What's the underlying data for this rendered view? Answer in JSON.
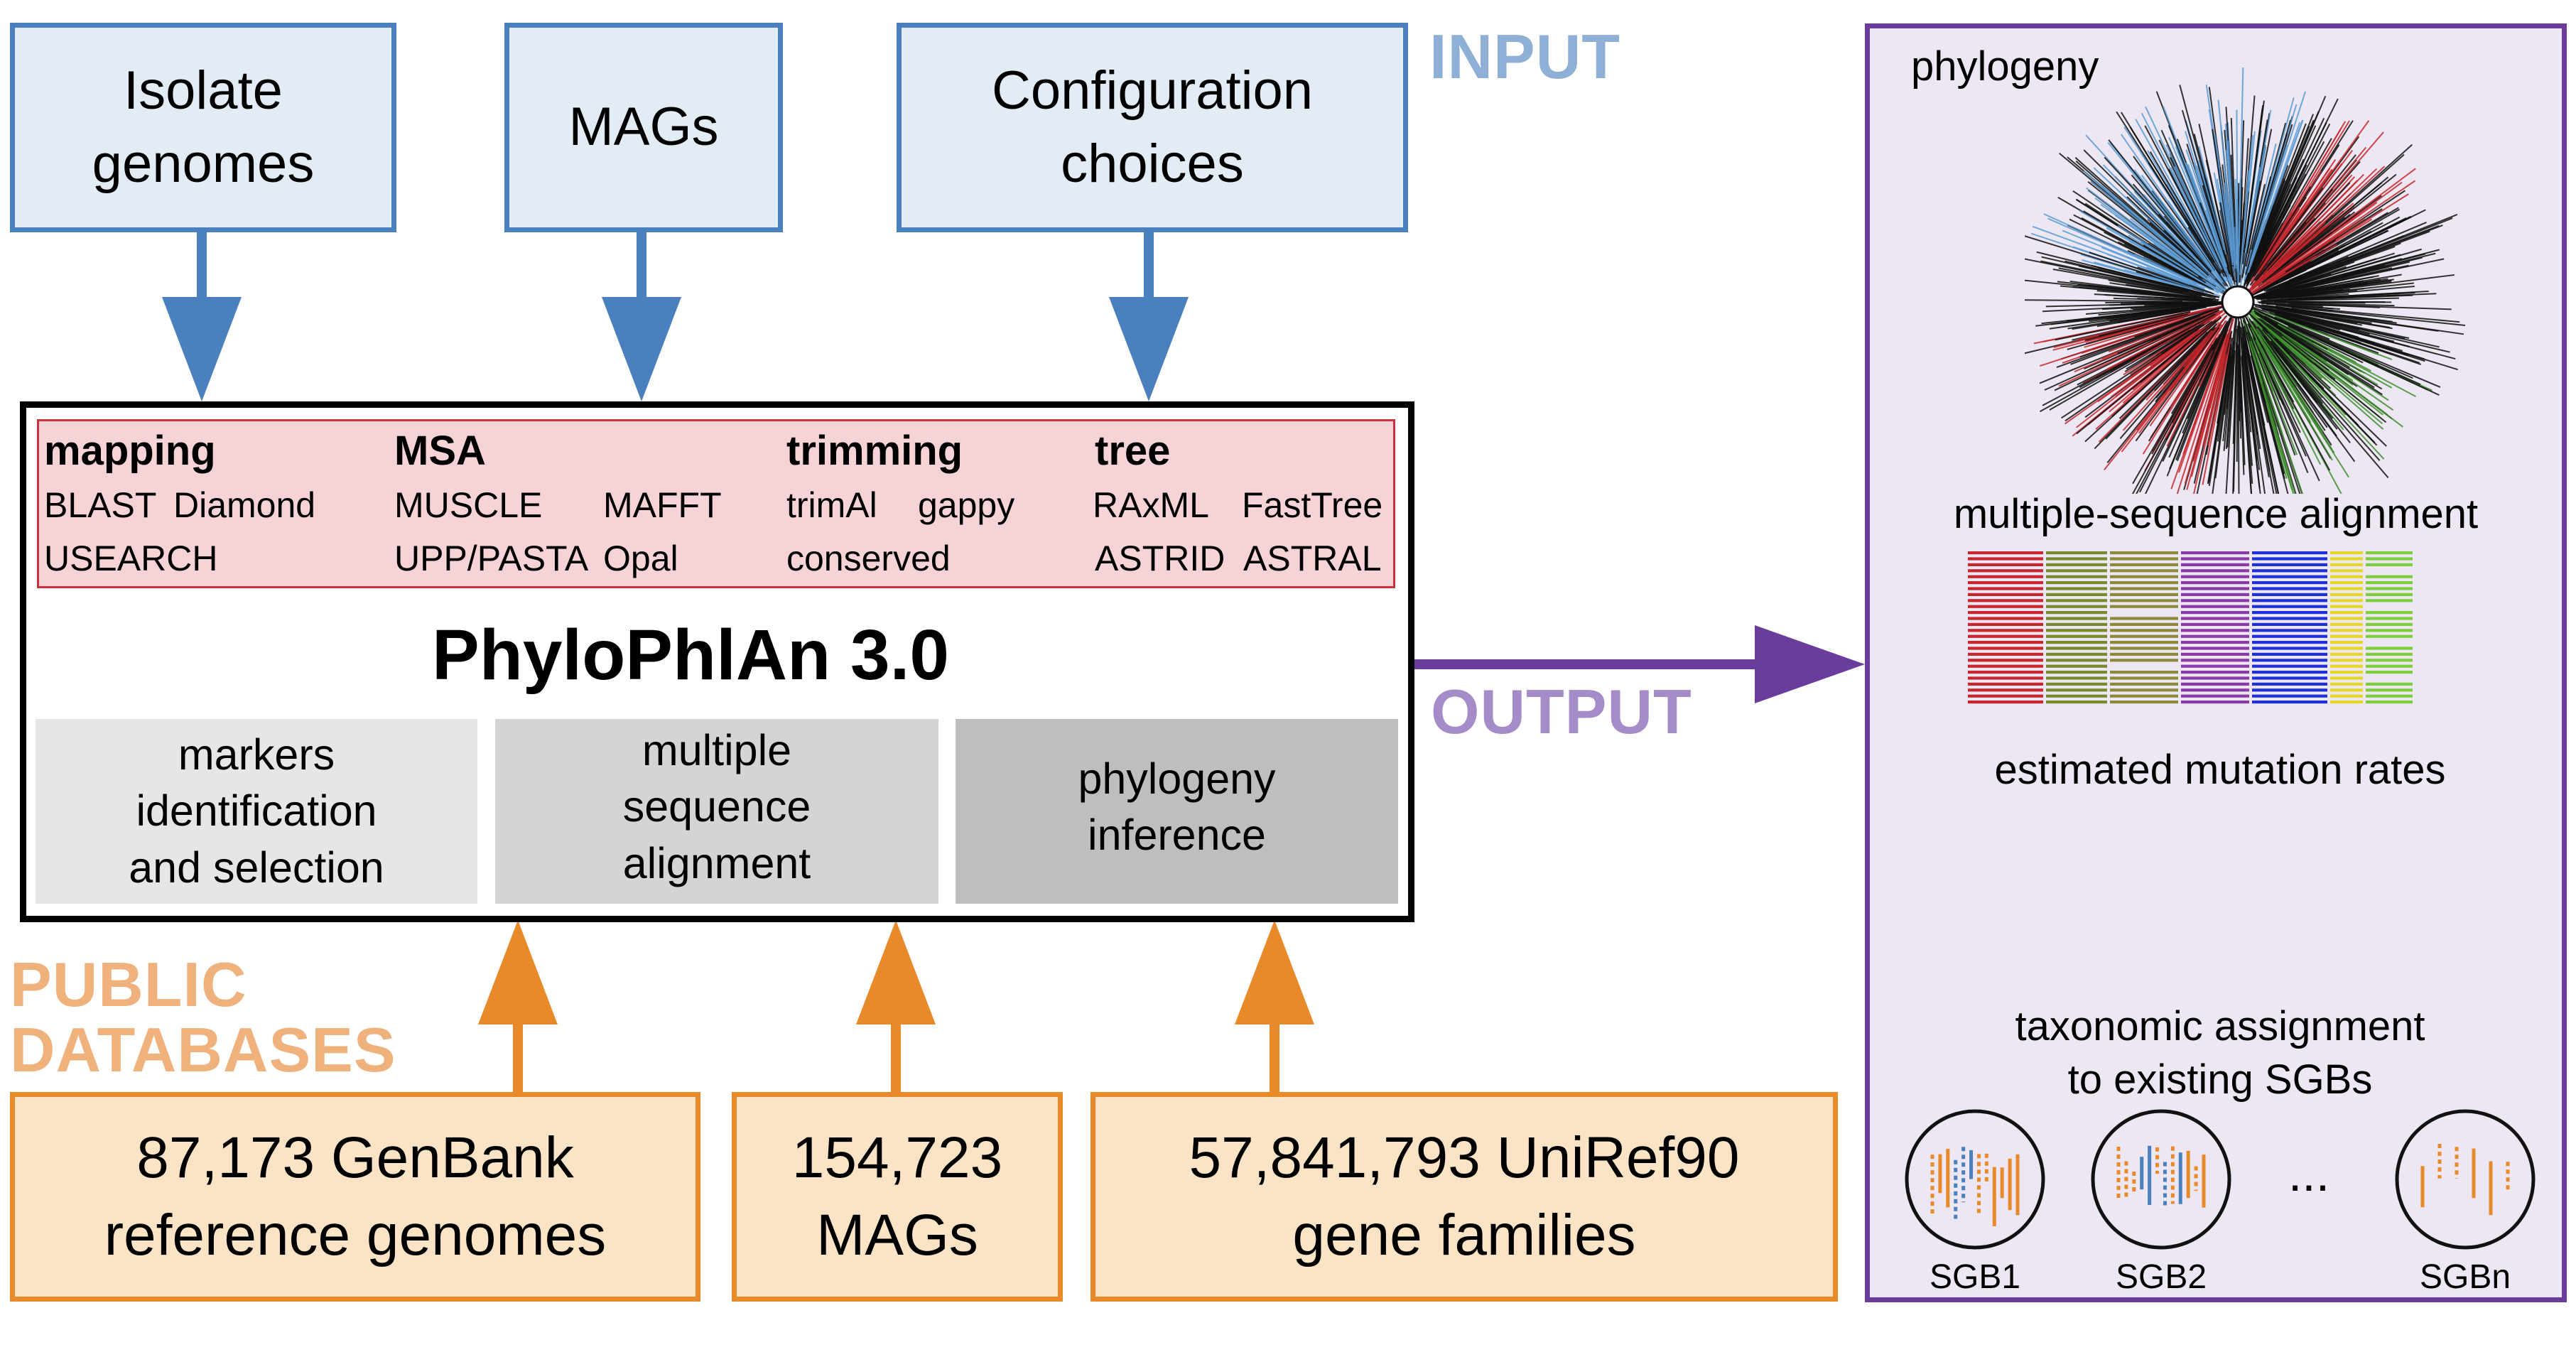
{
  "labels": {
    "input": "INPUT",
    "output": "OUTPUT",
    "public_db_line1": "PUBLIC",
    "public_db_line2": "DATABASES"
  },
  "inputs": [
    {
      "line1": "Isolate",
      "line2": "genomes"
    },
    {
      "line1": "MAGs",
      "line2": ""
    },
    {
      "line1": "Configuration",
      "line2": "choices"
    }
  ],
  "tools": {
    "mapping": {
      "header": "mapping",
      "items": [
        "BLAST",
        "Diamond",
        "USEARCH"
      ]
    },
    "msa": {
      "header": "MSA",
      "items": [
        "MUSCLE",
        "MAFFT",
        "UPP/PASTA",
        "Opal"
      ]
    },
    "trimming": {
      "header": "trimming",
      "items": [
        "trimAl",
        "gappy",
        "conserved"
      ]
    },
    "tree": {
      "header": "tree",
      "items": [
        "RAxML",
        "FastTree",
        "ASTRID",
        "ASTRAL"
      ]
    }
  },
  "main_title": "PhyloPhlAn 3.0",
  "steps": [
    {
      "line1": "markers",
      "line2": "identification",
      "line3": "and selection"
    },
    {
      "line1": "multiple",
      "line2": "sequence",
      "line3": "alignment"
    },
    {
      "line1": "phylogeny",
      "line2": "inference"
    }
  ],
  "databases": [
    {
      "line1": "87,173 GenBank",
      "line2": "reference genomes"
    },
    {
      "line1": "154,723",
      "line2": "MAGs"
    },
    {
      "line1": "57,841,793 UniRef90",
      "line2": "gene families"
    }
  ],
  "output_panel": {
    "phylogeny": "phylogeny",
    "msa": "multiple-sequence alignment",
    "mutation": "estimated mutation rates",
    "taxo_line1": "taxonomic assignment",
    "taxo_line2": "to existing SGBs",
    "sgbs": [
      "SGB1",
      "SGB2",
      "SGBn"
    ],
    "ellipsis": "..."
  },
  "colors": {
    "input_blue": "#4a80bd",
    "input_label": "#8fb0d6",
    "db_orange": "#e8892a",
    "db_label": "#efb27d",
    "output_purple": "#6a3c9c",
    "output_label": "#a58bc7",
    "tool_red": "#c8323c"
  }
}
